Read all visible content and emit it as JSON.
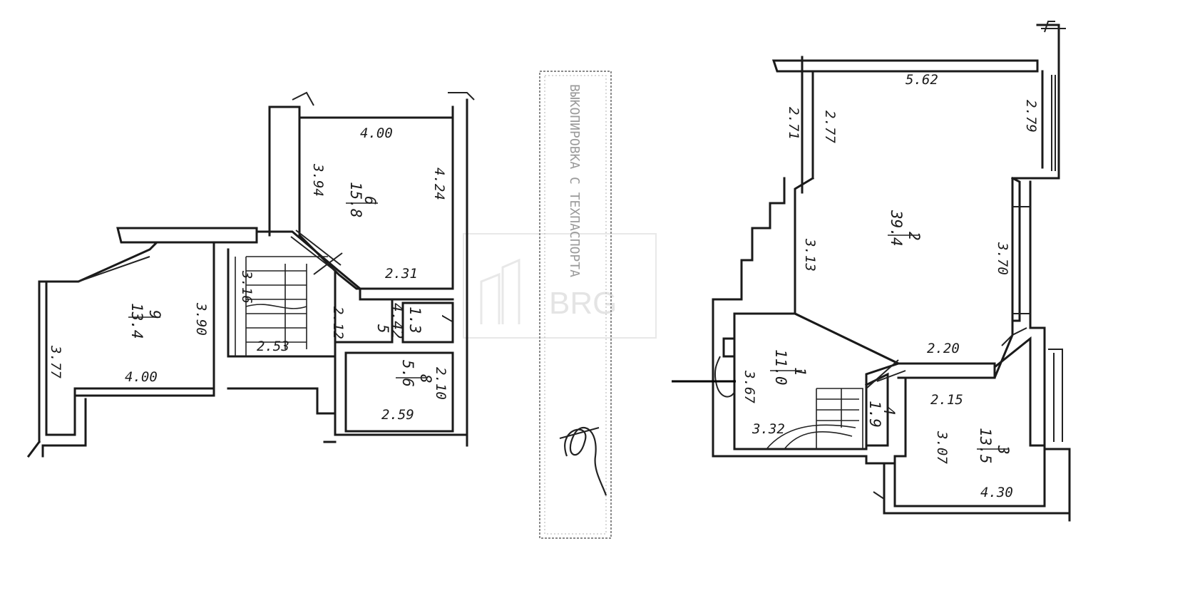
{
  "watermark": {
    "logo_text": "BRG"
  },
  "stamp": {
    "strip_text": "ВЫКОПИРОВКА С ТЕХПАСПОРТА",
    "signature": "СТ"
  },
  "left_plan": {
    "rooms": [
      {
        "number": "6",
        "area": "15.8"
      },
      {
        "number": "9",
        "area": "13.4"
      },
      {
        "number": "8",
        "area": "5.6"
      },
      {
        "number": "7",
        "area": "1.3"
      },
      {
        "number": "5",
        "area": "4.42"
      }
    ],
    "dimensions": [
      "4.00",
      "3.94",
      "4.24",
      "2.31",
      "3.90",
      "4.00",
      "3.77",
      "2.59",
      "2.10",
      "3.16",
      "2.53",
      "2.12"
    ]
  },
  "right_plan": {
    "rooms": [
      {
        "number": "2",
        "area": "39.4"
      },
      {
        "number": "1",
        "area": "11.0"
      },
      {
        "number": "3",
        "area": "13.5"
      },
      {
        "number": "4",
        "area": "1.9"
      }
    ],
    "dimensions": [
      "5.62",
      "2.71",
      "2.77",
      "2.79",
      "3.13",
      "3.70",
      "2.20",
      "2.15",
      "3.07",
      "4.30",
      "3.67",
      "3.32"
    ]
  }
}
